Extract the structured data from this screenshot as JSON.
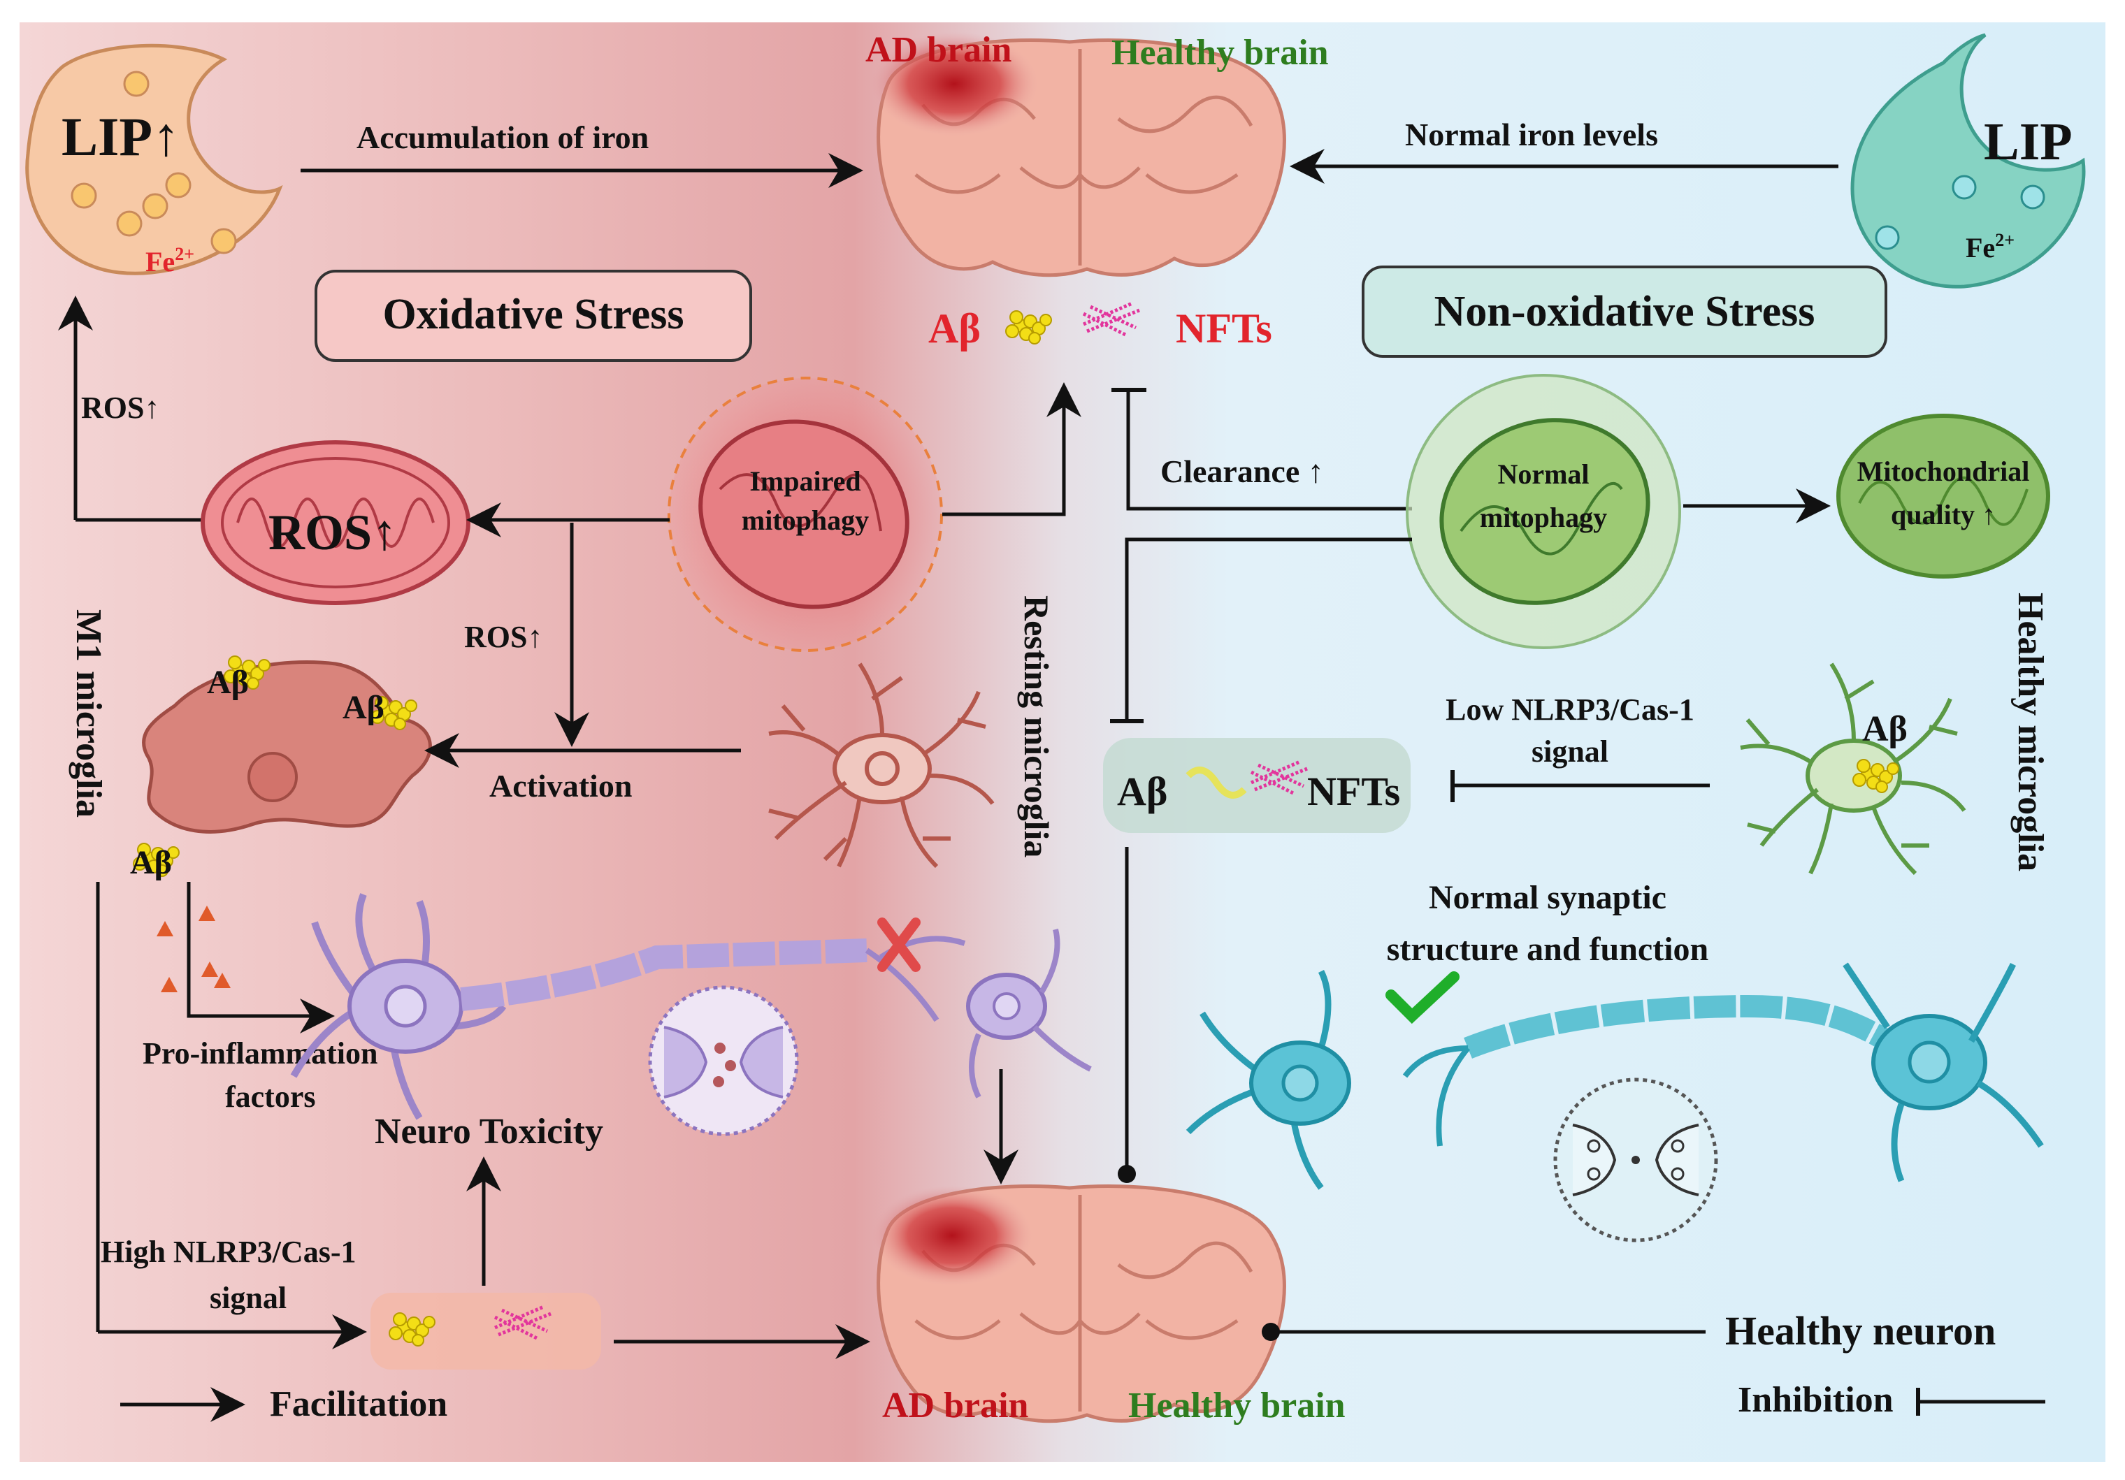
{
  "labels": {
    "ad_brain_top": "AD brain",
    "healthy_brain_top": "Healthy brain",
    "lip_left": "LIP↑",
    "fe_left": "Fe",
    "fe_left_sup": "2+",
    "accumulation_of_iron": "Accumulation of iron",
    "normal_iron_levels": "Normal iron levels",
    "lip_right": "LIP",
    "fe_right": "Fe",
    "fe_right_sup": "2+",
    "oxidative_stress": "Oxidative Stress",
    "non_oxidative_stress": "Non-oxidative Stress",
    "abeta_top": "Aβ",
    "nfts_top": "NFTs",
    "ros_left": "ROS↑",
    "ros_mito": "ROS↑",
    "impaired_mitophagy_1": "Impaired",
    "impaired_mitophagy_2": "mitophagy",
    "clearance": "Clearance ↑",
    "normal_mitophagy_1": "Normal",
    "normal_mitophagy_2": "mitophagy",
    "mito_quality_1": "Mitochondrial",
    "mito_quality_2": "quality ↑",
    "ros_down": "ROS↑",
    "m1_microglia": "M1 microglia",
    "resting_microglia": "Resting microglia",
    "healthy_microglia": "Healthy microglia",
    "abeta_m1_a": "Aβ",
    "abeta_m1_b": "Aβ",
    "abeta_m1_c": "Aβ",
    "activation": "Activation",
    "low_nlrp3_1": "Low NLRP3/Cas-1",
    "low_nlrp3_2": "signal",
    "abeta_healthy_microglia": "Aβ",
    "abeta_mid": "Aβ",
    "nfts_mid": "NFTs",
    "normal_synaptic_1": "Normal synaptic",
    "normal_synaptic_2": "structure and function",
    "pro_inflammation_1": "Pro-inflammation",
    "pro_inflammation_2": "factors",
    "neuro_toxicity": "Neuro Toxicity",
    "high_nlrp3_1": "High NLRP3/Cas-1",
    "high_nlrp3_2": "signal",
    "ad_brain_bottom": "AD brain",
    "healthy_brain_bottom": "Healthy brain",
    "healthy_neuron": "Healthy neuron",
    "facilitation": "Facilitation",
    "inhibition": "Inhibition"
  },
  "colors": {
    "ad_red": "#c0111a",
    "healthy_green": "#2e7d1f",
    "left_bg": "#e9b4b4",
    "right_bg": "#d9eef8",
    "brain": "#f2b3a4",
    "lip_left": "#f7c9a6",
    "lip_right": "#86d3c3",
    "oxidative_box": "#f6c8c6",
    "non_oxidative_box": "#cdeae6",
    "ros_mito": "#ef8e93",
    "impaired_mito": "#e77f84",
    "normal_mito": "#9dca74",
    "quality_mito": "#8fc06a",
    "m1_microglia": "#d9847c",
    "resting_microglia": "#b5574c",
    "healthy_microglia": "#5c9a45",
    "neuron_purple": "#b9a6dd",
    "neuron_blue": "#3fb7cb",
    "abeta_yellow": "#f3de16",
    "nft_magenta": "#e2359c",
    "text": "#111111"
  },
  "icons": [
    "brain-icon",
    "lip-cell-icon",
    "mitochondrion-icon",
    "microglia-icon",
    "neuron-icon",
    "synapse-icon",
    "amyloid-plaque-icon",
    "tangle-icon",
    "check-icon",
    "cross-icon"
  ]
}
